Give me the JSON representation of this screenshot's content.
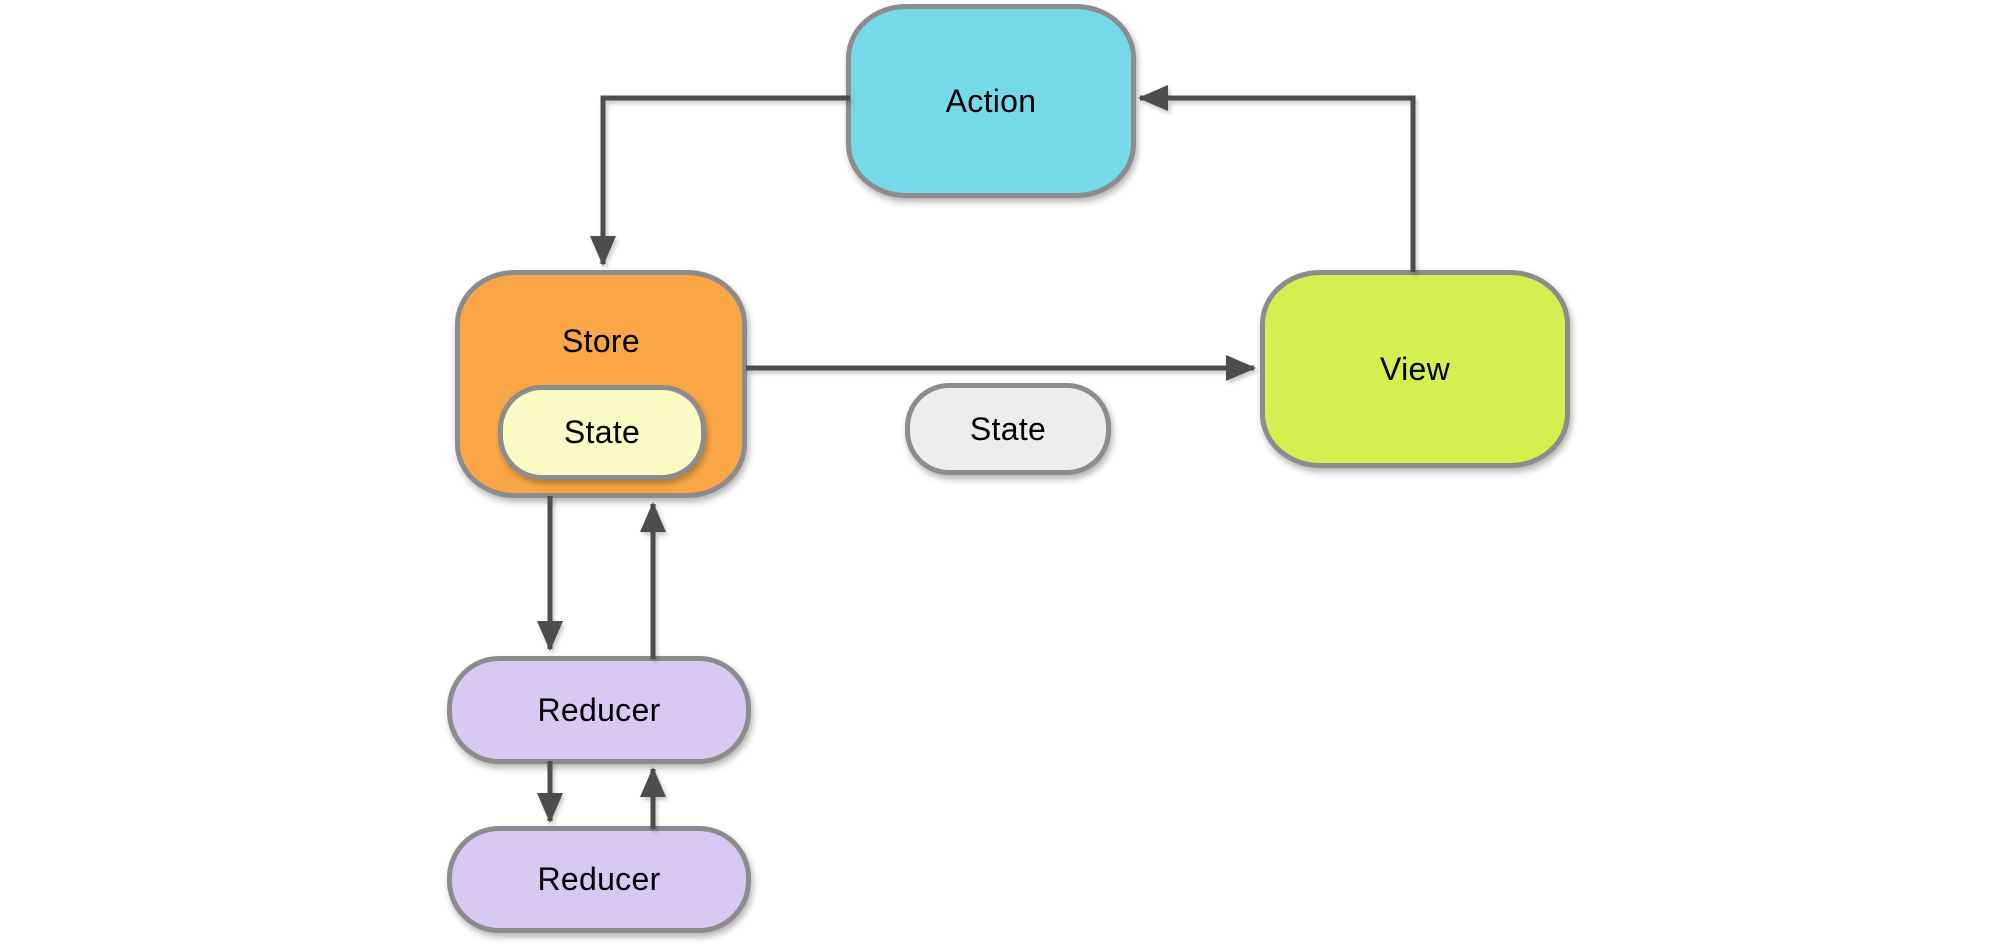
{
  "nodes": {
    "action": {
      "label": "Action"
    },
    "store": {
      "label": "Store"
    },
    "store_state": {
      "label": "State"
    },
    "state": {
      "label": "State"
    },
    "view": {
      "label": "View"
    },
    "reducer_top": {
      "label": "Reducer"
    },
    "reducer_bottom": {
      "label": "Reducer"
    }
  },
  "edges": [
    {
      "from": "view",
      "to": "action"
    },
    {
      "from": "action",
      "to": "store"
    },
    {
      "from": "store",
      "to": "view"
    },
    {
      "from": "store",
      "to": "reducer_top"
    },
    {
      "from": "reducer_top",
      "to": "store"
    },
    {
      "from": "reducer_top",
      "to": "reducer_bottom"
    },
    {
      "from": "reducer_bottom",
      "to": "reducer_top"
    }
  ],
  "colors": {
    "action": "#75d9e9",
    "store": "#f9a646",
    "store_state": "#fafac4",
    "state": "#ededed",
    "view": "#d7ee50",
    "reducer_top": "#d8c9f2",
    "reducer_bottom": "#d8c9f2",
    "border": "#8c8c8c",
    "arrow": "#4d4d4d",
    "label": "#000000",
    "background": "#ffffff"
  }
}
